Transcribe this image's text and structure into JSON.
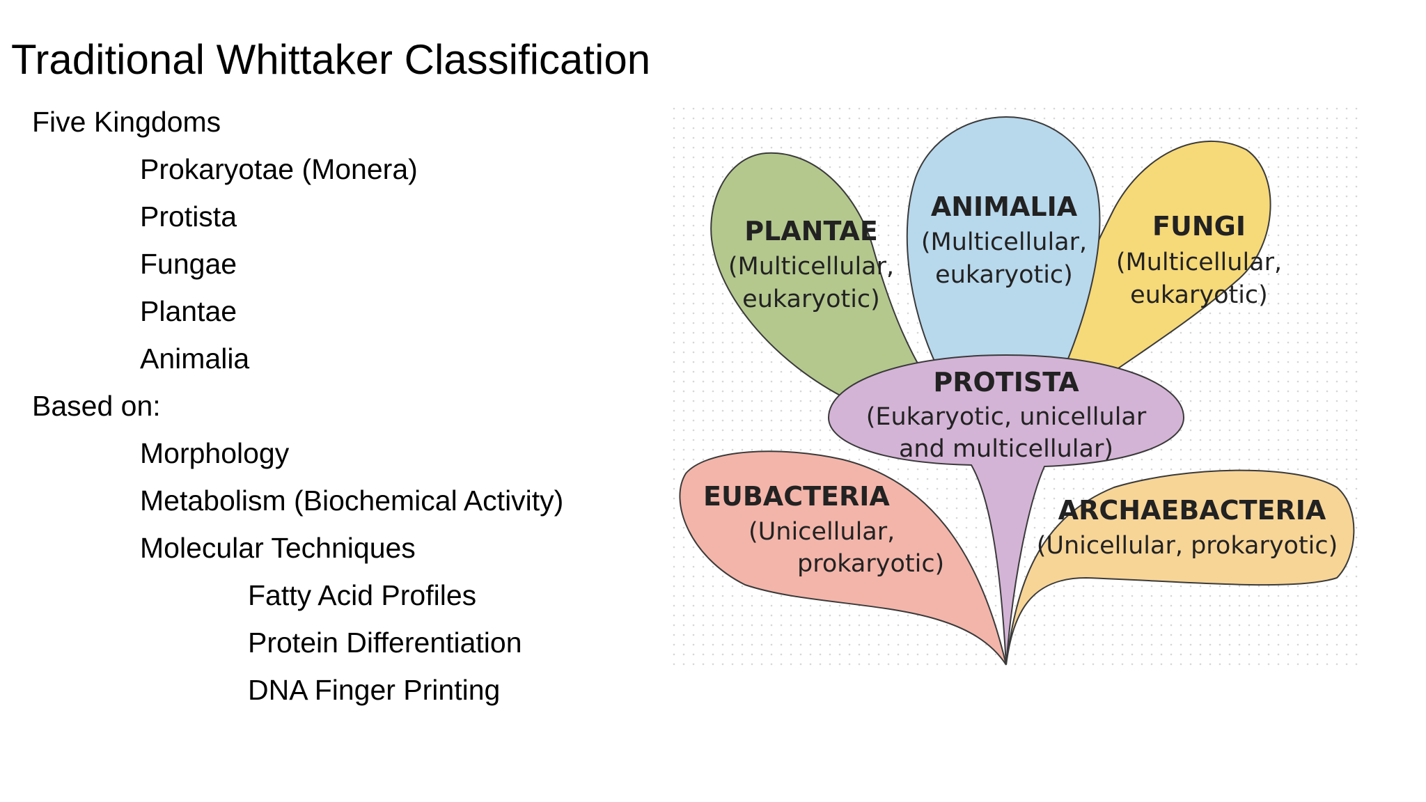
{
  "slide": {
    "title": "Traditional Whittaker Classification"
  },
  "outline": [
    {
      "text": "Five Kingdoms",
      "level": 0
    },
    {
      "text": "Prokaryotae (Monera)",
      "level": 1
    },
    {
      "text": "Protista",
      "level": 1
    },
    {
      "text": "Fungae",
      "level": 1
    },
    {
      "text": "Plantae",
      "level": 1
    },
    {
      "text": "Animalia",
      "level": 1
    },
    {
      "text": "Based on:",
      "level": 0
    },
    {
      "text": "Morphology",
      "level": 1
    },
    {
      "text": "Metabolism (Biochemical Activity)",
      "level": 1
    },
    {
      "text": "Molecular Techniques",
      "level": 1
    },
    {
      "text": "Fatty Acid Profiles",
      "level": 2
    },
    {
      "text": "Protein Differentiation",
      "level": 2
    },
    {
      "text": "DNA Finger Printing",
      "level": 2
    }
  ],
  "diagram": {
    "plantae": {
      "name": "PLANTAE",
      "line1": "(Multicellular,",
      "line2": "eukaryotic)",
      "color": "#b4c88e"
    },
    "animalia": {
      "name": "ANIMALIA",
      "line1": "(Multicellular,",
      "line2": "eukaryotic)",
      "color": "#b8d8ec"
    },
    "fungi": {
      "name": "FUNGI",
      "line1": "(Multicellular,",
      "line2": "eukaryotic)",
      "color": "#f6d978"
    },
    "protista": {
      "name": "PROTISTA",
      "line1": "(Eukaryotic, unicellular",
      "line2": "and multicellular)",
      "color": "#d4b4d6"
    },
    "eubacteria": {
      "name": "EUBACTERIA",
      "line1": "(Unicellular,",
      "line2": "prokaryotic)",
      "color": "#f3b5aa"
    },
    "archaebacteria": {
      "name": "ARCHAEBACTERIA",
      "line1": "(Unicellular, prokaryotic)",
      "color": "#f7d597"
    }
  }
}
